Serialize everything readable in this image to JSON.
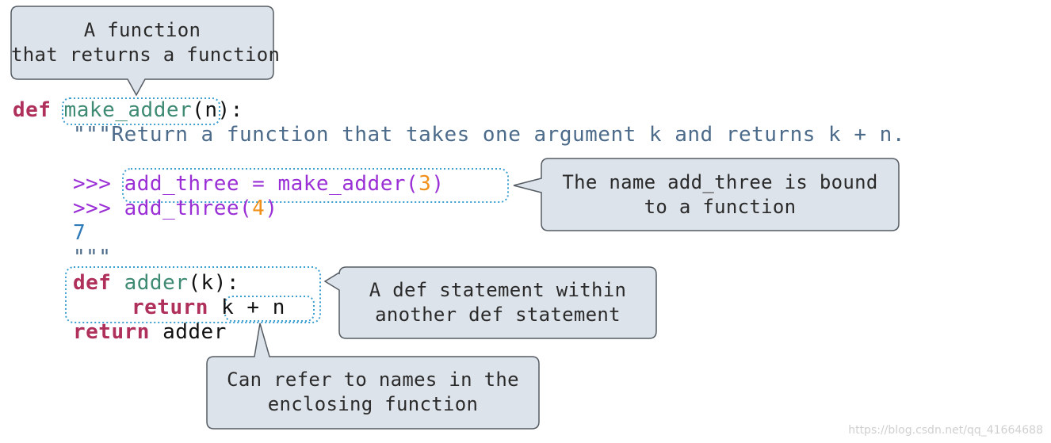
{
  "code": {
    "line1": {
      "def": "def",
      "name": "make_adder",
      "rest": "(n):"
    },
    "line2": {
      "text": "\"\"\"Return a function that takes one argument k and returns k + n."
    },
    "line3": {
      "prompt": ">>>",
      "text": "add_three = make_adder(",
      "num": "3",
      "close": ")"
    },
    "line4": {
      "prompt": ">>>",
      "text": "add_three(",
      "num": "4",
      "close": ")"
    },
    "line5": {
      "text": "7"
    },
    "line6": {
      "text": "\"\"\""
    },
    "line7": {
      "def": "def",
      "name": "adder",
      "rest": "(k):"
    },
    "line8": {
      "kw": "return",
      "expr": "k + n"
    },
    "line9": {
      "kw": "return",
      "rest": "adder"
    }
  },
  "callouts": {
    "function_returns_function": "A function\nthat returns a function",
    "name_bound": "The name add_three is bound\nto a function",
    "nested_def": "A def statement within\nanother def statement",
    "enclosing_names": "Can refer to names in the\nenclosing function"
  },
  "watermark": "https://blog.csdn.net/qq_41664688",
  "colors": {
    "keyword": "#b0305c",
    "function_name": "#3e8a73",
    "docstring": "#4c6b8a",
    "prompt": "#9b2fd6",
    "number": "#f0901a",
    "output": "#2f7ab8",
    "callout_fill": "#dde3ea",
    "callout_border": "#555c63",
    "dotted_outline": "#3b9fd1"
  }
}
